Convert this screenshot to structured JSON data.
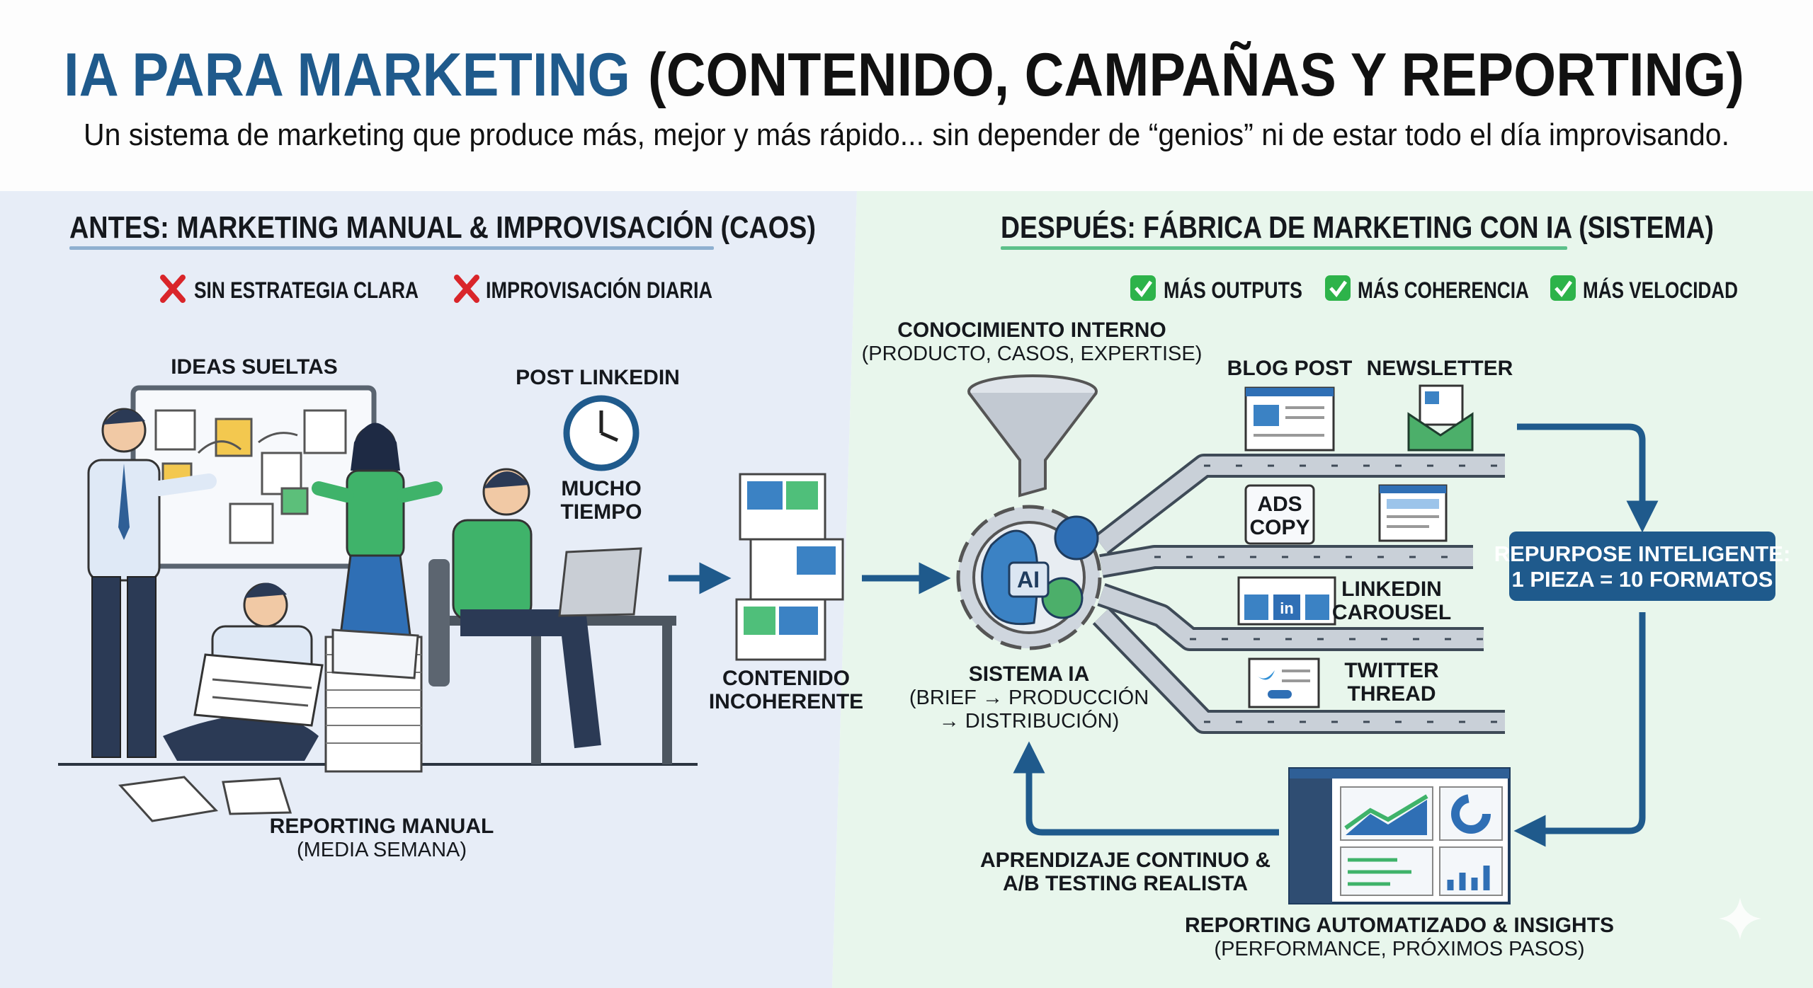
{
  "header": {
    "title_highlight": "IA PARA MARKETING",
    "title_rest": "(CONTENIDO, CAMPAÑAS Y REPORTING)",
    "subtitle": "Un sistema de marketing que produce más, mejor y más rápido... sin depender de “genios” ni de estar todo el día improvisando."
  },
  "before": {
    "heading": "ANTES: MARKETING MANUAL & IMPROVISACIÓN (CAOS)",
    "badges": [
      "SIN ESTRATEGIA CLARA",
      "IMPROVISACIÓN DIARIA"
    ],
    "labels": {
      "ideas": "IDEAS SUELTAS",
      "post": "POST LINKEDIN",
      "time": [
        "MUCHO",
        "TIEMPO"
      ],
      "content": [
        "CONTENIDO",
        "INCOHERENTE"
      ],
      "reporting": "REPORTING MANUAL",
      "reporting_sub": "(MEDIA SEMANA)"
    }
  },
  "after": {
    "heading": "DESPUÉS: FÁBRICA DE MARKETING CON IA (SISTEMA)",
    "badges": [
      "MÁS OUTPUTS",
      "MÁS COHERENCIA",
      "MÁS VELOCIDAD"
    ],
    "knowledge": "CONOCIMIENTO INTERNO",
    "knowledge_sub": "(PRODUCTO, CASOS, EXPERTISE)",
    "system": "SISTEMA IA",
    "system_sub": [
      "(BRIEF → PRODUCCIÓN",
      "→ DISTRIBUCIÓN)"
    ],
    "ai_chip": "AI",
    "outputs": {
      "blog": "BLOG POST",
      "newsletter": "NEWSLETTER",
      "ads": [
        "ADS",
        "COPY"
      ],
      "linkedin": [
        "LINKEDIN",
        "CAROUSEL"
      ],
      "linkedin_logo": "in",
      "twitter": [
        "TWITTER",
        "THREAD"
      ]
    },
    "repurpose": [
      "REPURPOSE INTELIGENTE:",
      "1 PIEZA = 10 FORMATOS"
    ],
    "learning": [
      "APRENDIZAJE CONTINUO &",
      "A/B TESTING REALISTA"
    ],
    "reporting": "REPORTING AUTOMATIZADO & INSIGHTS",
    "reporting_sub": "(PERFORMANCE, PRÓXIMOS PASOS)"
  },
  "colors": {
    "accent_blue": "#1f5a8c",
    "before_bg": "#e7edf7",
    "after_bg": "#e8f6ec",
    "check_green": "#2db34a",
    "cross_red": "#d9252a"
  }
}
